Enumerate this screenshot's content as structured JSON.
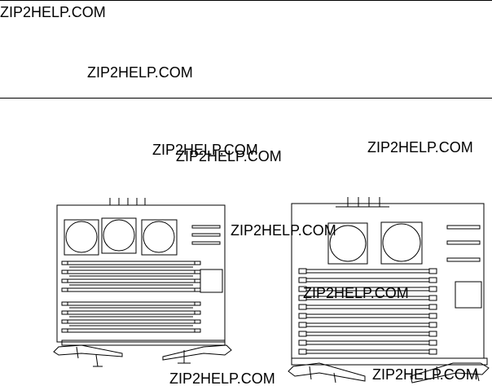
{
  "watermarks": [
    "ZIP2HELP.COM",
    "ZIP2HELP.COM",
    "ZIP2HELP.COM",
    "ZIP2HELP.COM",
    "ZIP2HELP.COM",
    "ZIP2HELP.COM",
    "ZIP2HELP.COM",
    "ZIP2HELP.COM",
    "ZIP2HELP.COM"
  ],
  "figure": {
    "left_board": {
      "fan_count": 3,
      "dimm_slots_per_bank": 4,
      "dimm_banks": 2
    },
    "right_board": {
      "fan_count": 2,
      "dimm_slots": 10
    }
  }
}
